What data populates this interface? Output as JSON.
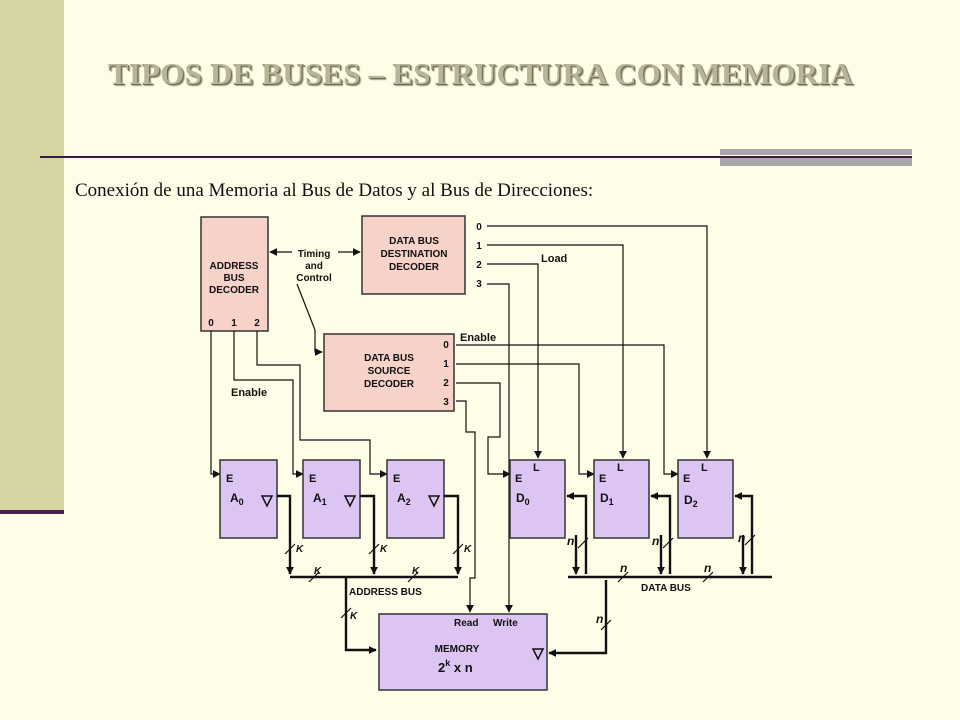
{
  "slide": {
    "title": "TIPOS DE BUSES – ESTRUCTURA CON MEMORIA",
    "subtitle": "Conexión de una Memoria al Bus de Datos y al Bus de Direcciones:"
  },
  "colors": {
    "background": "#fefee8",
    "sidebar": "#d7d6a3",
    "decoder_fill": "#f7d2c9",
    "register_fill": "#dcc5f3",
    "rule": "#3a1a3c"
  },
  "diagram": {
    "address_decoder": {
      "lines": [
        "ADDRESS",
        "BUS",
        "DECODER"
      ],
      "outputs": [
        "0",
        "1",
        "2"
      ]
    },
    "timing_label": [
      "Timing",
      "and",
      "Control"
    ],
    "dest_decoder": {
      "lines": [
        "DATA BUS",
        "DESTINATION",
        "DECODER"
      ],
      "outputs": [
        "0",
        "1",
        "2",
        "3"
      ]
    },
    "source_decoder": {
      "lines": [
        "DATA BUS",
        "SOURCE",
        "DECODER"
      ],
      "outputs": [
        "0",
        "1",
        "2",
        "3"
      ]
    },
    "load_label": "Load",
    "enable_label_dest": "Enable",
    "enable_label_addr": "Enable",
    "address_registers": [
      {
        "e": "E",
        "name": "A",
        "sub": "0"
      },
      {
        "e": "E",
        "name": "A",
        "sub": "1"
      },
      {
        "e": "E",
        "name": "A",
        "sub": "2"
      }
    ],
    "data_registers": [
      {
        "e": "E",
        "l": "L",
        "name": "D",
        "sub": "0"
      },
      {
        "e": "E",
        "l": "L",
        "name": "D",
        "sub": "1"
      },
      {
        "e": "E",
        "l": "L",
        "name": "D",
        "sub": "2"
      }
    ],
    "address_bus_label": "ADDRESS BUS",
    "data_bus_label": "DATA BUS",
    "bus_width_addr": "K",
    "bus_width_data": "n",
    "memory": {
      "read": "Read",
      "write": "Write",
      "name": "MEMORY",
      "base": "2",
      "exp": "k",
      "suffix": " x n"
    }
  }
}
